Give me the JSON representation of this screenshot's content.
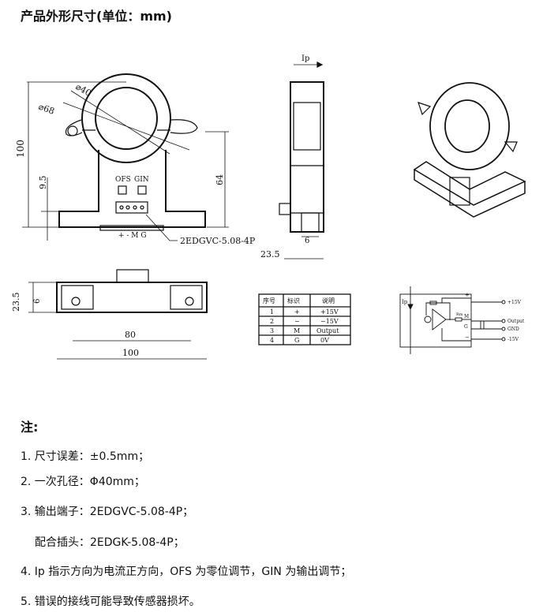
{
  "title": "产品外形尺寸(单位：mm)",
  "front_view": {
    "dim_height": "100",
    "dim_outer": "⌀68",
    "dim_inner": "⌀40",
    "dim_base": "9.5",
    "dim_64": "64",
    "ofs": "OFS",
    "gin": "GIN",
    "pins": "+ - M G",
    "connector": "2EDGVC-5.08-4P"
  },
  "side_view": {
    "ip": "Ip",
    "dim_6": "6",
    "dim_23_5": "23.5"
  },
  "bottom_view": {
    "dim_23_5": "23.5",
    "dim_6": "6",
    "dim_80": "80",
    "dim_100": "100"
  },
  "pin_table": {
    "headers": [
      "序号",
      "标识",
      "说明"
    ],
    "rows": [
      [
        "1",
        "+",
        "+15V"
      ],
      [
        "2",
        "−",
        "−15V"
      ],
      [
        "3",
        "M",
        "Output"
      ],
      [
        "4",
        "G",
        "0V"
      ]
    ]
  },
  "circuit": {
    "ip": "Ip",
    "rm": "Rm",
    "plus": "+",
    "m": "M",
    "g": "G",
    "minus": "−",
    "out1": "+15V",
    "out2": "Output",
    "out3": "GND",
    "out4": "-15V"
  },
  "notes": {
    "heading": "注:",
    "items": [
      "1.  尺寸误差：±0.5mm；",
      "2.  一次孔径：Φ40mm；",
      "3.  输出端子：2EDGVC-5.08-4P；",
      "配合插头：2EDGK-5.08-4P；",
      "4.  Ip 指示方向为电流正方向，OFS 为零位调节，GIN 为输出调节；",
      "5.  错误的接线可能导致传感器损坏。"
    ]
  }
}
